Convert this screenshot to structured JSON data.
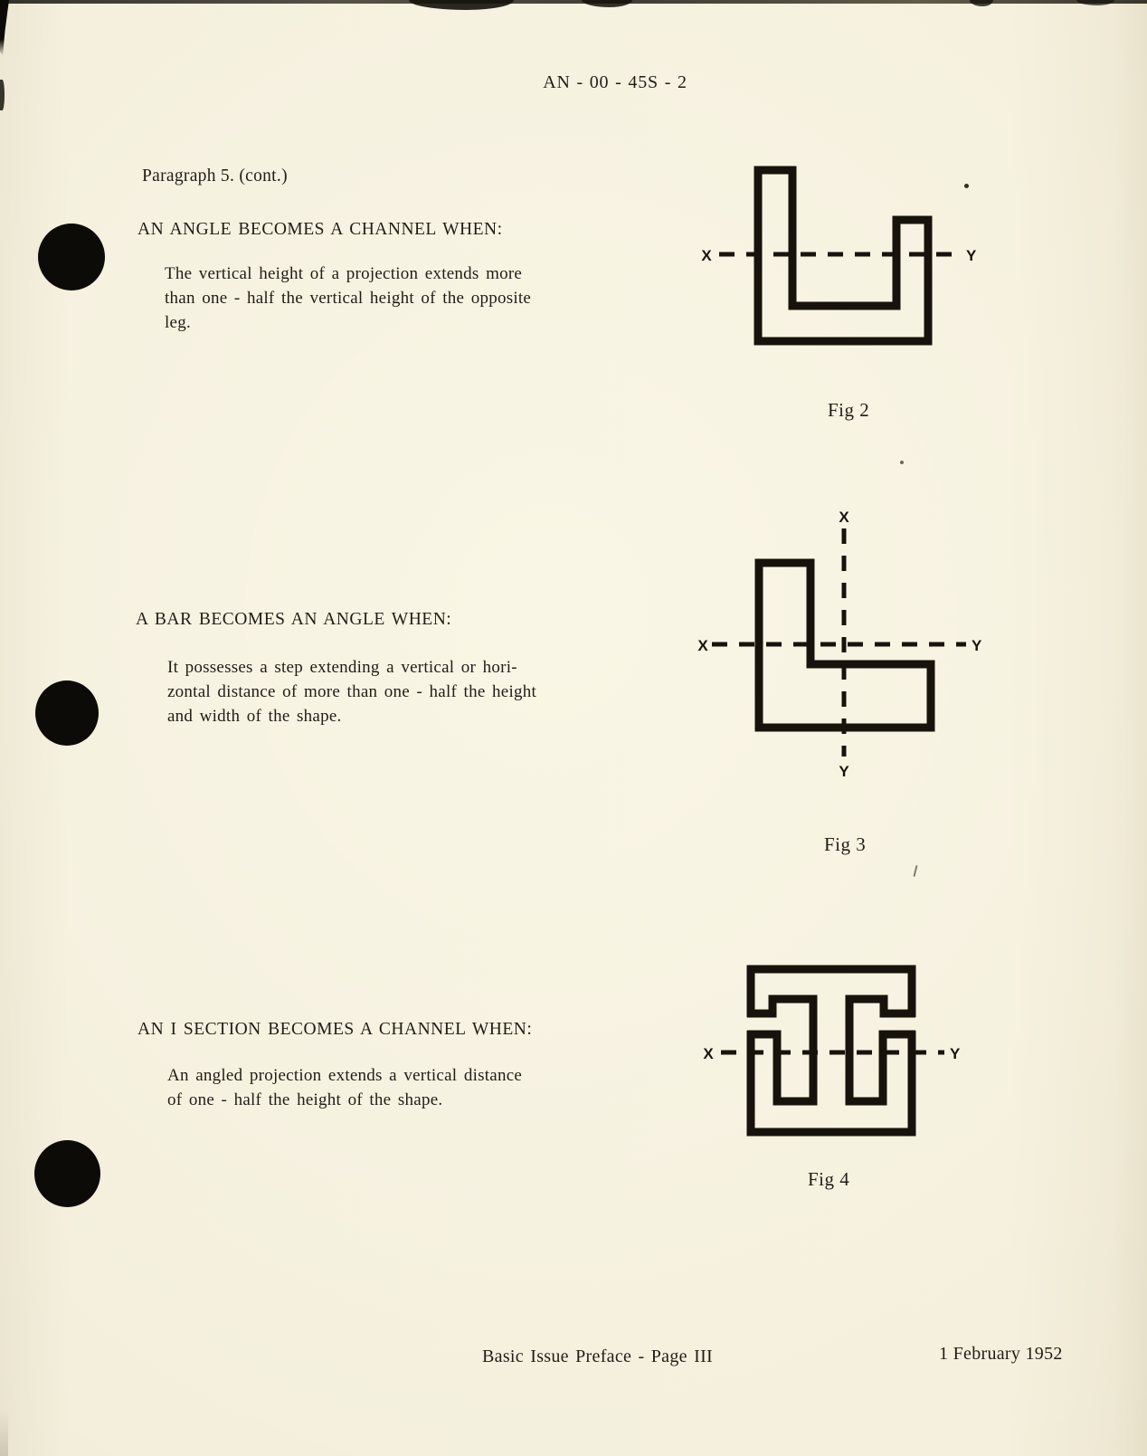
{
  "colors": {
    "paper": "#f2ecd9",
    "ink": "#211d15",
    "line": "#17130c"
  },
  "header": {
    "doc_number": "AN - 00 - 45S - 2"
  },
  "intro": {
    "paragraph_ref": "Paragraph 5. (cont.)"
  },
  "sections": [
    {
      "heading": "AN ANGLE BECOMES A CHANNEL WHEN:",
      "body": "The vertical height of a projection extends more\nthan one - half the vertical height of the opposite\nleg."
    },
    {
      "heading": "A BAR BECOMES AN ANGLE WHEN:",
      "body": "It possesses a step extending a vertical or hori-\nzontal distance of more than one - half the height\nand width of the shape."
    },
    {
      "heading": "AN I SECTION BECOMES A CHANNEL WHEN:",
      "body": "An angled projection extends a vertical distance\nof one - half the height of the shape."
    }
  ],
  "figures": [
    {
      "label": "Fig 2",
      "shape": "channel-section",
      "axis": {
        "x": "X",
        "y": "Y"
      }
    },
    {
      "label": "Fig 3",
      "shape": "angle-section",
      "axis": {
        "x": "X",
        "y": "Y",
        "x_top": "X",
        "y_bottom": "Y"
      }
    },
    {
      "label": "Fig 4",
      "shape": "i-section",
      "axis": {
        "x": "X",
        "y": "Y"
      }
    }
  ],
  "footer": {
    "left": "Basic Issue Preface - Page III",
    "right": "1 February 1952"
  }
}
